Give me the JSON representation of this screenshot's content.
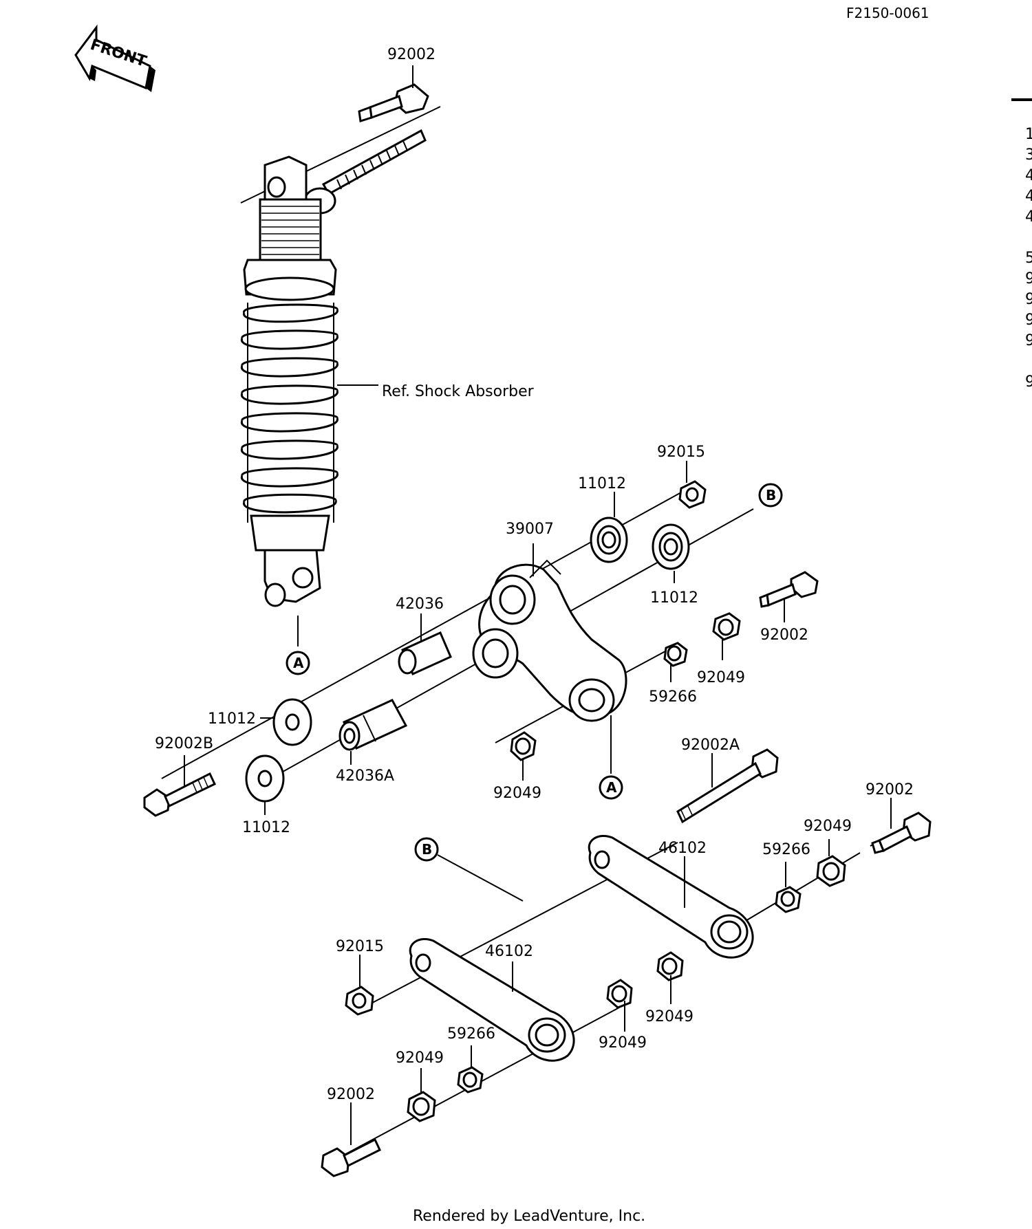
{
  "header": {
    "drawing_code": "F2150-0061"
  },
  "front_arrow": {
    "label": "FRONT"
  },
  "shock_absorber_label": "Ref. Shock Absorber",
  "markers": {
    "a": "A",
    "b": "B"
  },
  "parts": {
    "p92002_top": "92002",
    "p92015_top": "92015",
    "p11012_upper": "11012",
    "p39007": "39007",
    "p11012_right": "11012",
    "p92002_right": "92002",
    "p42036": "42036",
    "p92049_right": "92049",
    "p59266_mid": "59266",
    "p11012_left": "11012",
    "p92002B": "92002B",
    "p42036A": "42036A",
    "p92049_mid": "92049",
    "p11012_bottom": "11012",
    "p92002A": "92002A",
    "p92002_far_right": "92002",
    "p92049_far_right": "92049",
    "p59266_right": "59266",
    "p46102_upper": "46102",
    "p92015_lower": "92015",
    "p46102_lower": "46102",
    "p92049_lr": "92049",
    "p92049_lower_mid": "92049",
    "p59266_lower": "59266",
    "p92049_lower_left": "92049",
    "p92002_bottom": "92002"
  },
  "side_index": [
    "1",
    "3",
    "4",
    "4",
    "4",
    "5",
    "9",
    "9",
    "9",
    "9",
    "9"
  ],
  "footer": {
    "rendered_by": "Rendered by LeadVenture, Inc."
  }
}
